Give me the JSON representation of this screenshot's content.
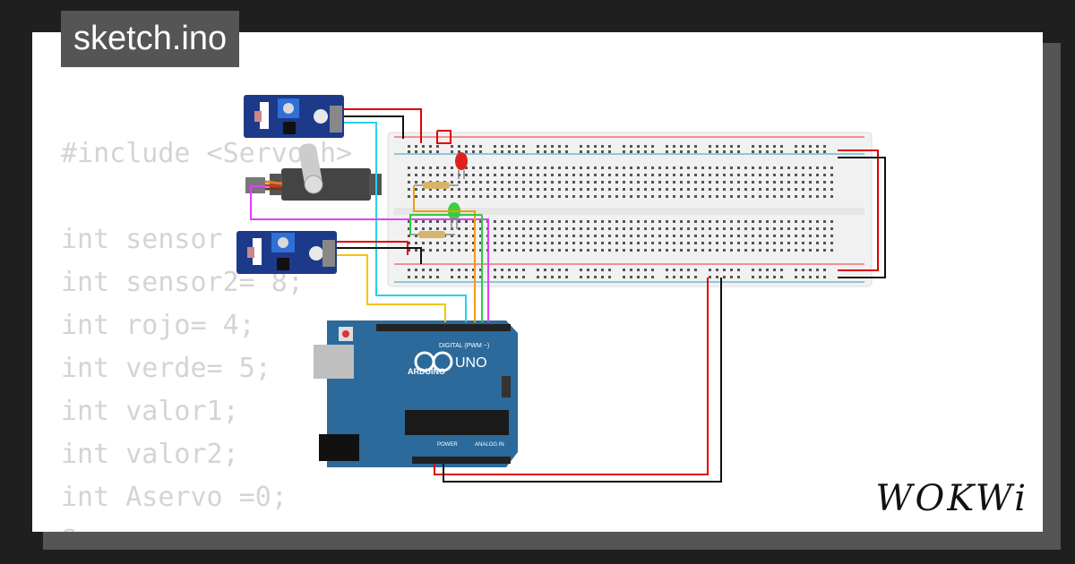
{
  "header": {
    "title": "sketch.ino"
  },
  "code_lines": [
    "#include <Servo.h>",
    "",
    "int sensor",
    "int sensor2= 8;",
    "int rojo= 4;",
    "int verde= 5;",
    "int valor1;",
    "int valor2;",
    "int Aservo =0;",
    "Servo myservo;"
  ],
  "brand": {
    "name": "WOKWi"
  },
  "board": {
    "name": "UNO",
    "maker": "ARDUINO",
    "digital_label": "DIGITAL (PWM ~)",
    "power_label": "POWER",
    "analog_label": "ANALOG IN"
  },
  "colors": {
    "wire_red": "#e00000",
    "wire_black": "#111111",
    "wire_cyan": "#22d3ee",
    "wire_magenta": "#e040fb",
    "wire_yellow": "#f5c400",
    "wire_green": "#2ecc40",
    "wire_orange": "#f39c12",
    "board_blue": "#2b6a9a",
    "sensor_blue": "#1d3a8a"
  }
}
